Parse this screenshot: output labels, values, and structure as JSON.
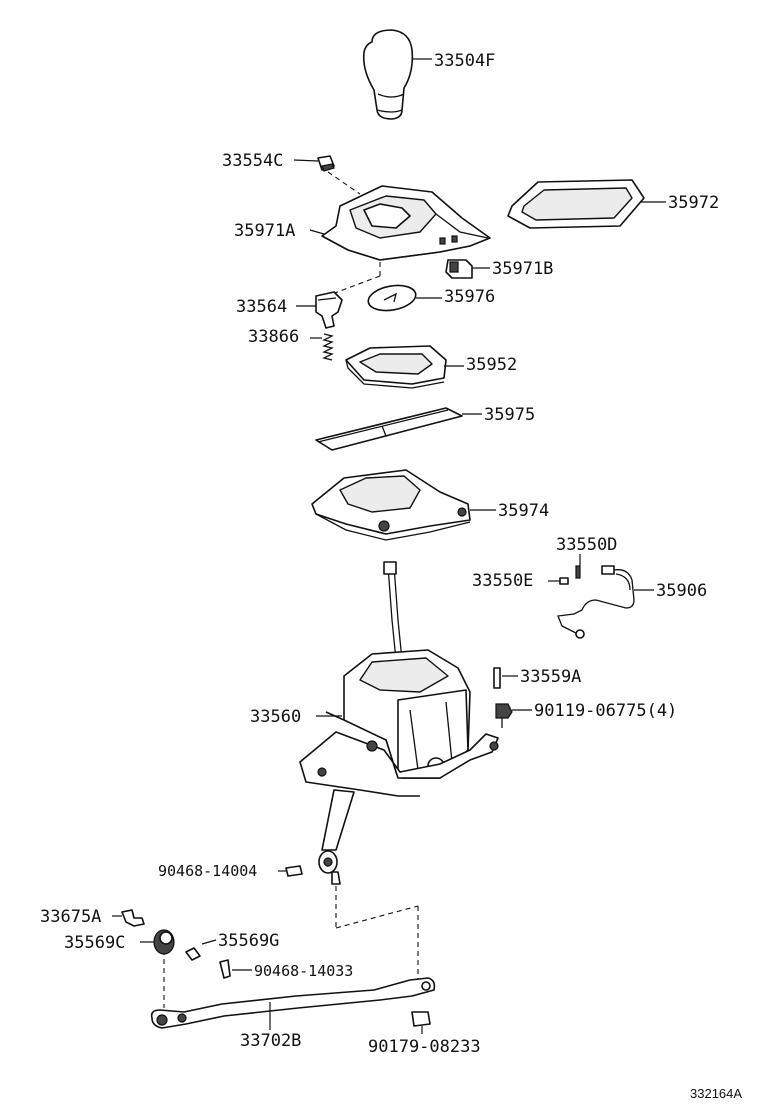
{
  "parts": {
    "p33504F": "33504F",
    "p33554C": "33554C",
    "p35972": "35972",
    "p35971A": "35971A",
    "p35971B": "35971B",
    "p33564": "33564",
    "p35976": "35976",
    "p33866": "33866",
    "p35952": "35952",
    "p35975": "35975",
    "p35974": "35974",
    "p33550D": "33550D",
    "p33550E": "33550E",
    "p35906": "35906",
    "p33559A": "33559A",
    "p33560": "33560",
    "p90119": "90119-06775(4)",
    "p90468a": "90468-14004",
    "p33675A": "33675A",
    "p35569C": "35569C",
    "p35569G": "35569G",
    "p90468b": "90468-14033",
    "p33702B": "33702B",
    "p90179": "90179-08233"
  },
  "reference_code": "332164A"
}
